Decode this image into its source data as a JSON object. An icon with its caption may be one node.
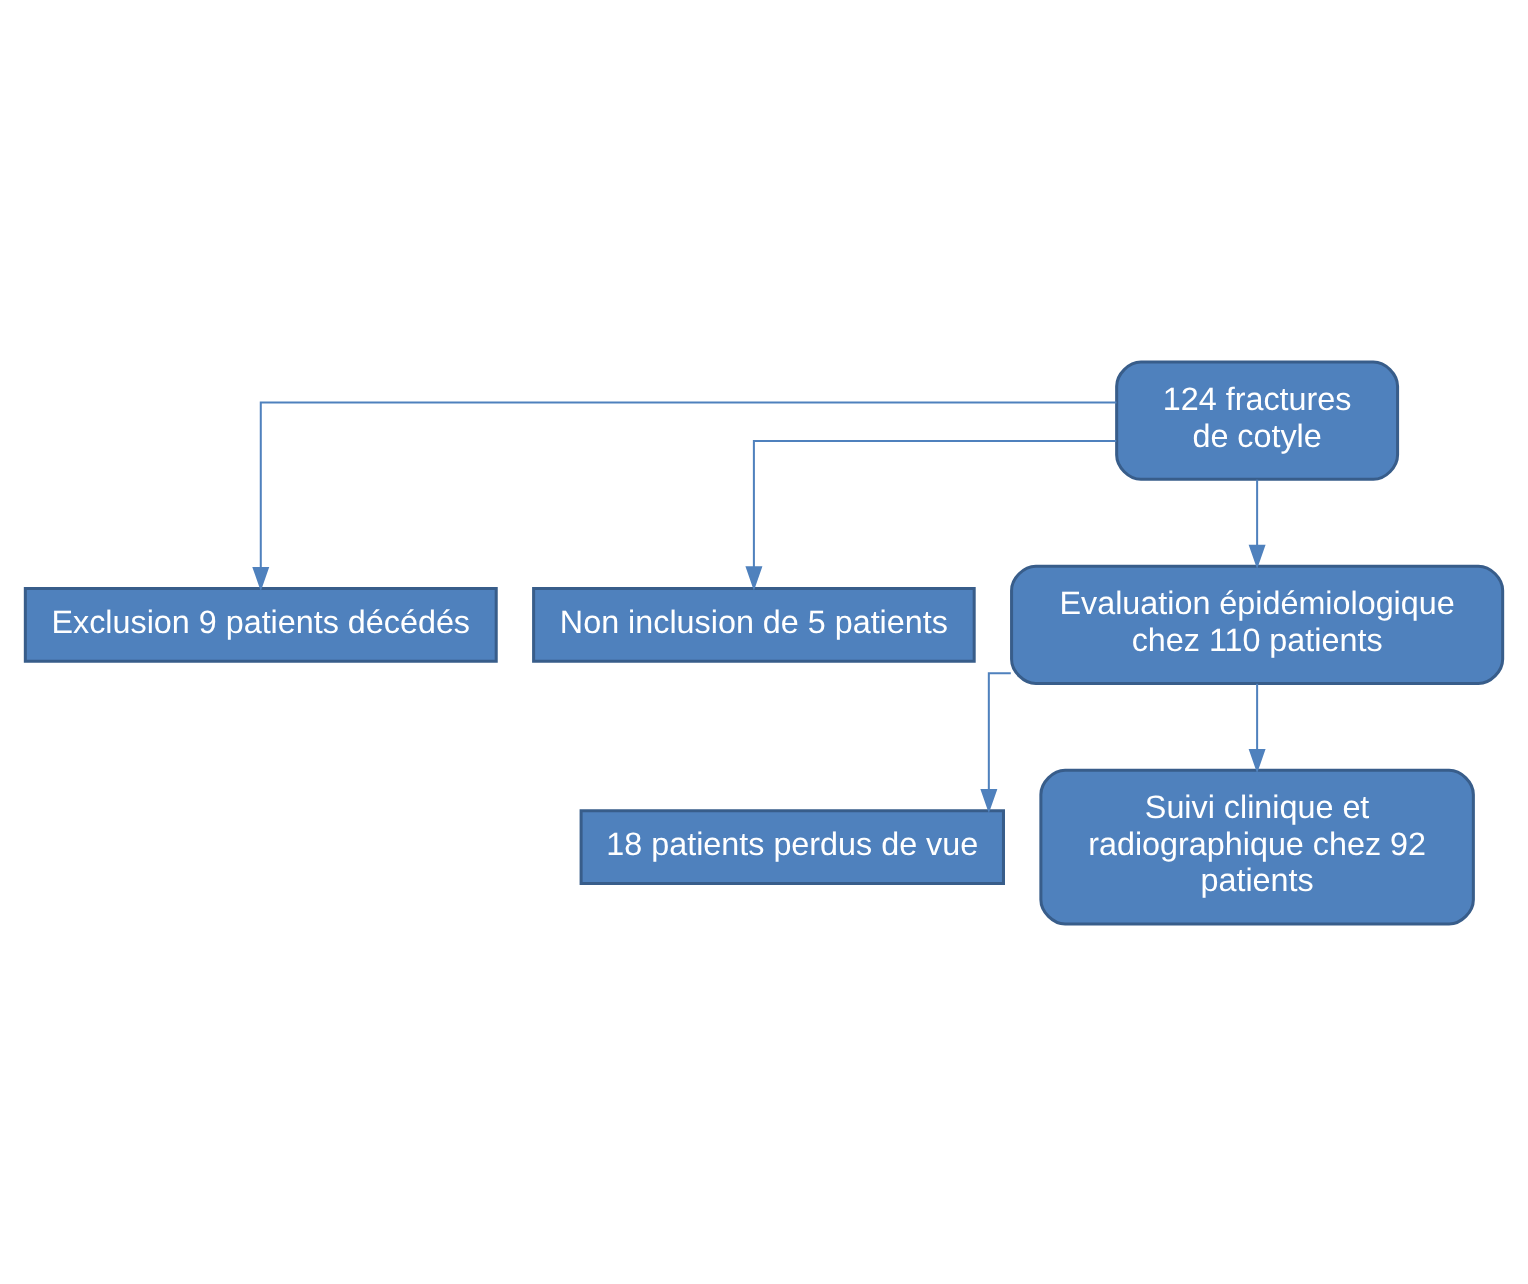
{
  "diagram": {
    "nodes": [
      {
        "text": [
          "124 fractures de cotyle"
        ]
      },
      {
        "text": [
          "Exclusion 9 patients décédés"
        ]
      },
      {
        "text": [
          "Non inclusion de 5 patients"
        ]
      },
      {
        "text": [
          "Evaluation épidémiologique chez 110 patients"
        ]
      },
      {
        "text": [
          "18 patients perdus de vue"
        ]
      },
      {
        "text": [
          "Suivi clinique et radiographique chez 92 patients"
        ]
      }
    ],
    "edges": [
      {
        "from": 0,
        "to": 1,
        "arrow": "to"
      },
      {
        "from": 0,
        "to": 2,
        "arrow": "to"
      },
      {
        "from": 0,
        "to": 3,
        "arrow": "to"
      },
      {
        "from": 3,
        "to": 4,
        "arrow": "to"
      },
      {
        "from": 3,
        "to": 5,
        "arrow": "to"
      }
    ]
  }
}
